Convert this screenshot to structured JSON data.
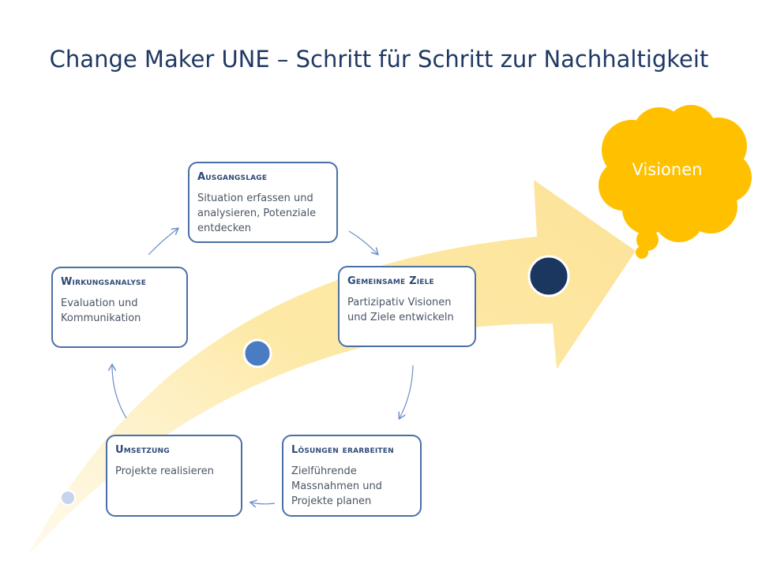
{
  "title": "Change Maker UNE – Schritt für Schritt zur Nachhaltigkeit",
  "boxes": {
    "ausgangslage": {
      "title": "Ausgangslage",
      "text": "Situation erfassen und analysieren, Potenziale entdecken"
    },
    "ziele": {
      "title": "Gemeinsame Ziele",
      "text": "Partizipativ Visionen und Ziele entwickeln"
    },
    "loesungen": {
      "title": "Lösungen erarbeiten",
      "text": "Zielführende Massnahmen und Projekte planen"
    },
    "umsetzung": {
      "title": "Umsetzung",
      "text": "Projekte realisieren"
    },
    "wirkung": {
      "title": "Wirkungsanalyse",
      "text": "Evaluation und Kommunikation"
    }
  },
  "visionen": "Visionen",
  "colors": {
    "title": "#1f3864",
    "box_border": "#4a6fa5",
    "arrow_yellow": "#fde9a6",
    "cloud": "#ffc000",
    "dot_light": "#c5d5ee",
    "dot_mid": "#4a7cc2",
    "dot_dark": "#1b365f",
    "connector": "#6a8ec8"
  }
}
